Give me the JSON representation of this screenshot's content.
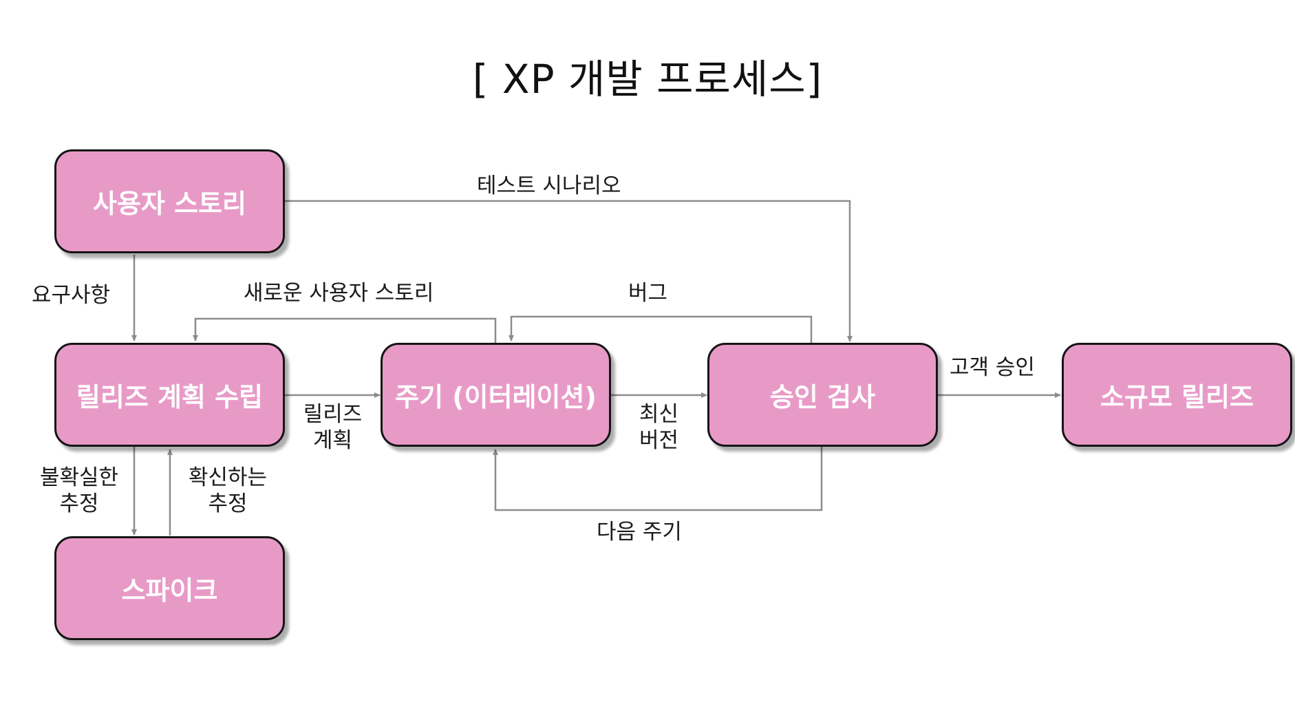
{
  "title": "[ XP 개발 프로세스]",
  "nodes": {
    "user_story": "사용자 스토리",
    "release_planning": "릴리즈 계획 수립",
    "spike": "스파이크",
    "iteration": "주기 (이터레이션)",
    "acceptance_test": "승인 검사",
    "small_release": "소규모 릴리즈"
  },
  "edges": {
    "test_scenario": "테스트 시나리오",
    "requirements": "요구사항",
    "new_user_story": "새로운 사용자 스토리",
    "bug": "버그",
    "release_plan_line1": "릴리즈",
    "release_plan_line2": "계획",
    "latest_version_line1": "최신",
    "latest_version_line2": "버전",
    "customer_approval": "고객 승인",
    "uncertain_estimate_line1": "불확실한",
    "uncertain_estimate_line2": "추정",
    "confident_estimate_line1": "확신하는",
    "confident_estimate_line2": "추정",
    "next_iteration": "다음 주기"
  },
  "colors": {
    "node_fill": "#e89ac7",
    "node_border": "#141414",
    "wire": "#8c8c8c"
  }
}
